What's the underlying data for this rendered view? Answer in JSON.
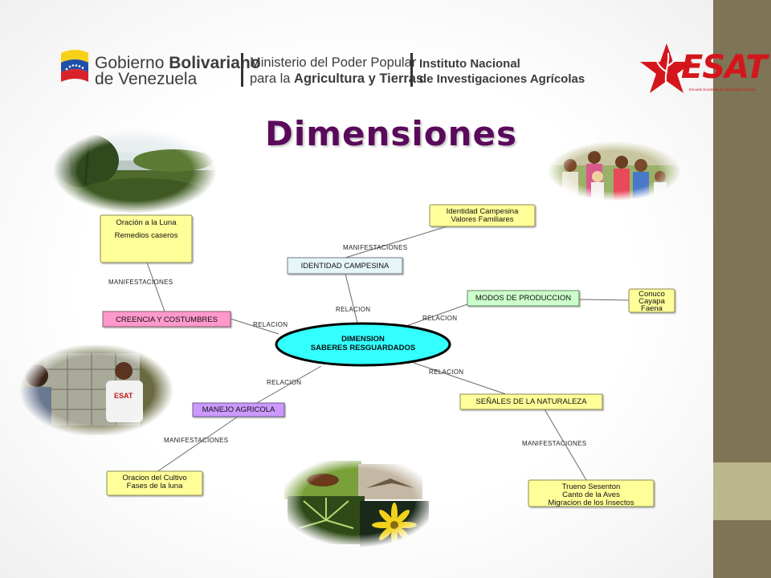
{
  "header": {
    "gov_line1_light": "Gobierno",
    "gov_line1_bold": "Bolivariano",
    "gov_line2": "de Venezuela",
    "ministry_line1": "Ministerio del Poder Popular",
    "ministry_line2_light": "para la",
    "ministry_line2_bold": "Agricultura y Tierras",
    "inst_line1": "Instituto Nacional",
    "inst_line2": "de Investigaciones Agrícolas",
    "esat_logo": "ESAT",
    "esat_tagline": "Escuela Socialista de Agricultura Tropical"
  },
  "title": "Dimensiones",
  "colors": {
    "title": "#5a0a5a",
    "yellow_node": "#ffff99",
    "center_node": "#33ffff",
    "pink_node": "#ff99cc",
    "blue_node": "#e6f5f8",
    "green_node": "#ccffcc",
    "purple_node": "#cc99ff",
    "side_bar": "#7e7456",
    "side_accent": "#bcb68c"
  },
  "map": {
    "center": [
      "DIMENSION",
      "SABERES RESGUARDADOS"
    ],
    "identidad": "IDENTIDAD CAMPESINA",
    "identidad_detail": [
      "Identidad Campesina",
      "Valores Familiares"
    ],
    "creencia": "CREENCIA Y COSTUMBRES",
    "creencia_detail": [
      "Oración a la Luna",
      "Remedios caseros"
    ],
    "modos": "MODOS DE PRODUCCION",
    "modos_detail": [
      "Conuco",
      "Cayapa",
      "Faena"
    ],
    "manejo": "MANEJO AGRICOLA",
    "manejo_detail": [
      "Oracion del Cultivo",
      "Fases de la luna"
    ],
    "senales": "SEÑALES DE LA NATURALEZA",
    "senales_detail": [
      "Trueno Sesenton",
      "Canto de la Aves",
      "Migracion de los Insectos"
    ],
    "relacion": "RELACION",
    "manifestaciones": "MANIFESTACIONES"
  },
  "photos": {
    "river": "river-landscape-photo",
    "children": "children-group-photo",
    "workers": "workers-greenhouse-photo",
    "nature": "nature-collage-photo",
    "shirt_text": "ESAT"
  }
}
